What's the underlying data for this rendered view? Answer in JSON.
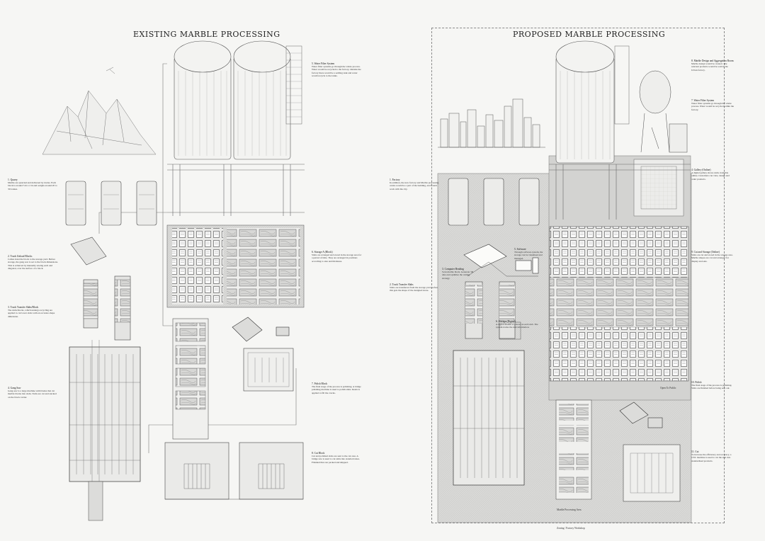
{
  "titles": {
    "existing": "EXISTING MARBLE PROCESSING",
    "proposed": "PROPOSED MARBLE PROCESSING"
  },
  "existing_notes": [
    {
      "heading": "1. Quarry",
      "body": "Marble are quarried and delivered by trucks. Each block is around 5 m x 2 m and weighs around 20 to 30 tonnes."
    },
    {
      "heading": "2. Truck Unload Blocks",
      "body": "Cables hoist the block to the storage yard. Before storage, the gang saw is set to the block dimensions. This is achieved by manually sawing each and diagonal, over the surface of a block."
    },
    {
      "heading": "3. Truck Transfer Slabs/Block",
      "body": "The slabs/blocks, which undergo recycling are applied to cut lower slabs with an accurate shape dimension."
    },
    {
      "heading": "4. Gang Saw",
      "body": "Gang saw is a large machine with blades that cut marble blocks into slabs. Slabs are cut and stacked on the block carrier."
    },
    {
      "heading": "5. Water Filter System",
      "body": "Water filter systems go through the whole process. Water would be recycled to the factory. Outside the factory there would be a settling tank and water would recycle to the tanks."
    },
    {
      "heading": "6. Storage A (Block)",
      "body": "Slabs are arranged and stored in the storage area for a period of time. They are arranged in positions according to size and thickness."
    },
    {
      "heading": "7. Polish Block",
      "body": "The final stage of the process is polishing. A bridge polishing machine is used to polish slabs. Resin is applied to fill the cracks."
    },
    {
      "heading": "8. Cut Block",
      "body": "Cut and polished slabs are sent to the cut area. A bridge saw is used to cut slabs into standard sizes. Finished tiles are packed and shipped."
    }
  ],
  "proposed_notes": [
    {
      "heading": "1. Factory",
      "body": "In addition, the new factory and Marble processing centre would be a part of the building, and would work with the city."
    },
    {
      "heading": "2. Truck Transfer Slabs",
      "body": "Slabs are transferred from the storage yard, before this gets the shape of the designed stone."
    },
    {
      "heading": "3. Computer Reading",
      "body": "Scan marble block. Generate 3D data and optimise the cutting strategy."
    },
    {
      "heading": "4. Gallery (Online)",
      "body": "A digital gallery shows slabs available online. Customers can view, design and order products."
    },
    {
      "heading": "5. Software",
      "body": "Through software system, the storage can be visualised and managed."
    },
    {
      "heading": "6. Storage (Digital)",
      "body": "A digital marker is placed on each slab. The system tracks the slab information."
    },
    {
      "heading": "7. Water Filter System",
      "body": "Water filter systems go through the whole process. Water would be recycled within the factory."
    },
    {
      "heading": "8. Marble Design and Aggregation Room",
      "body": "Marble design would be created. The relevant products would be sold in the Urban factory."
    },
    {
      "heading": "9. Cut and Storage (Online)",
      "body": "Slabs are cut and stored in the storage area. Marble shapes are cut and arranged for display and sale."
    },
    {
      "heading": "10. Polish",
      "body": "The final stage of the process is polishing. Slabs are finished before being sent out."
    },
    {
      "heading": "11. Cut",
      "body": "To increase the efficiency and accuracy, a CNC machine is used to cut the slab into standardised products."
    }
  ],
  "labels": {
    "open_to_public": "Open To Public",
    "processing_area": "Marble Processing Area",
    "bottom_caption": "Zoning / Factory Workshop"
  }
}
